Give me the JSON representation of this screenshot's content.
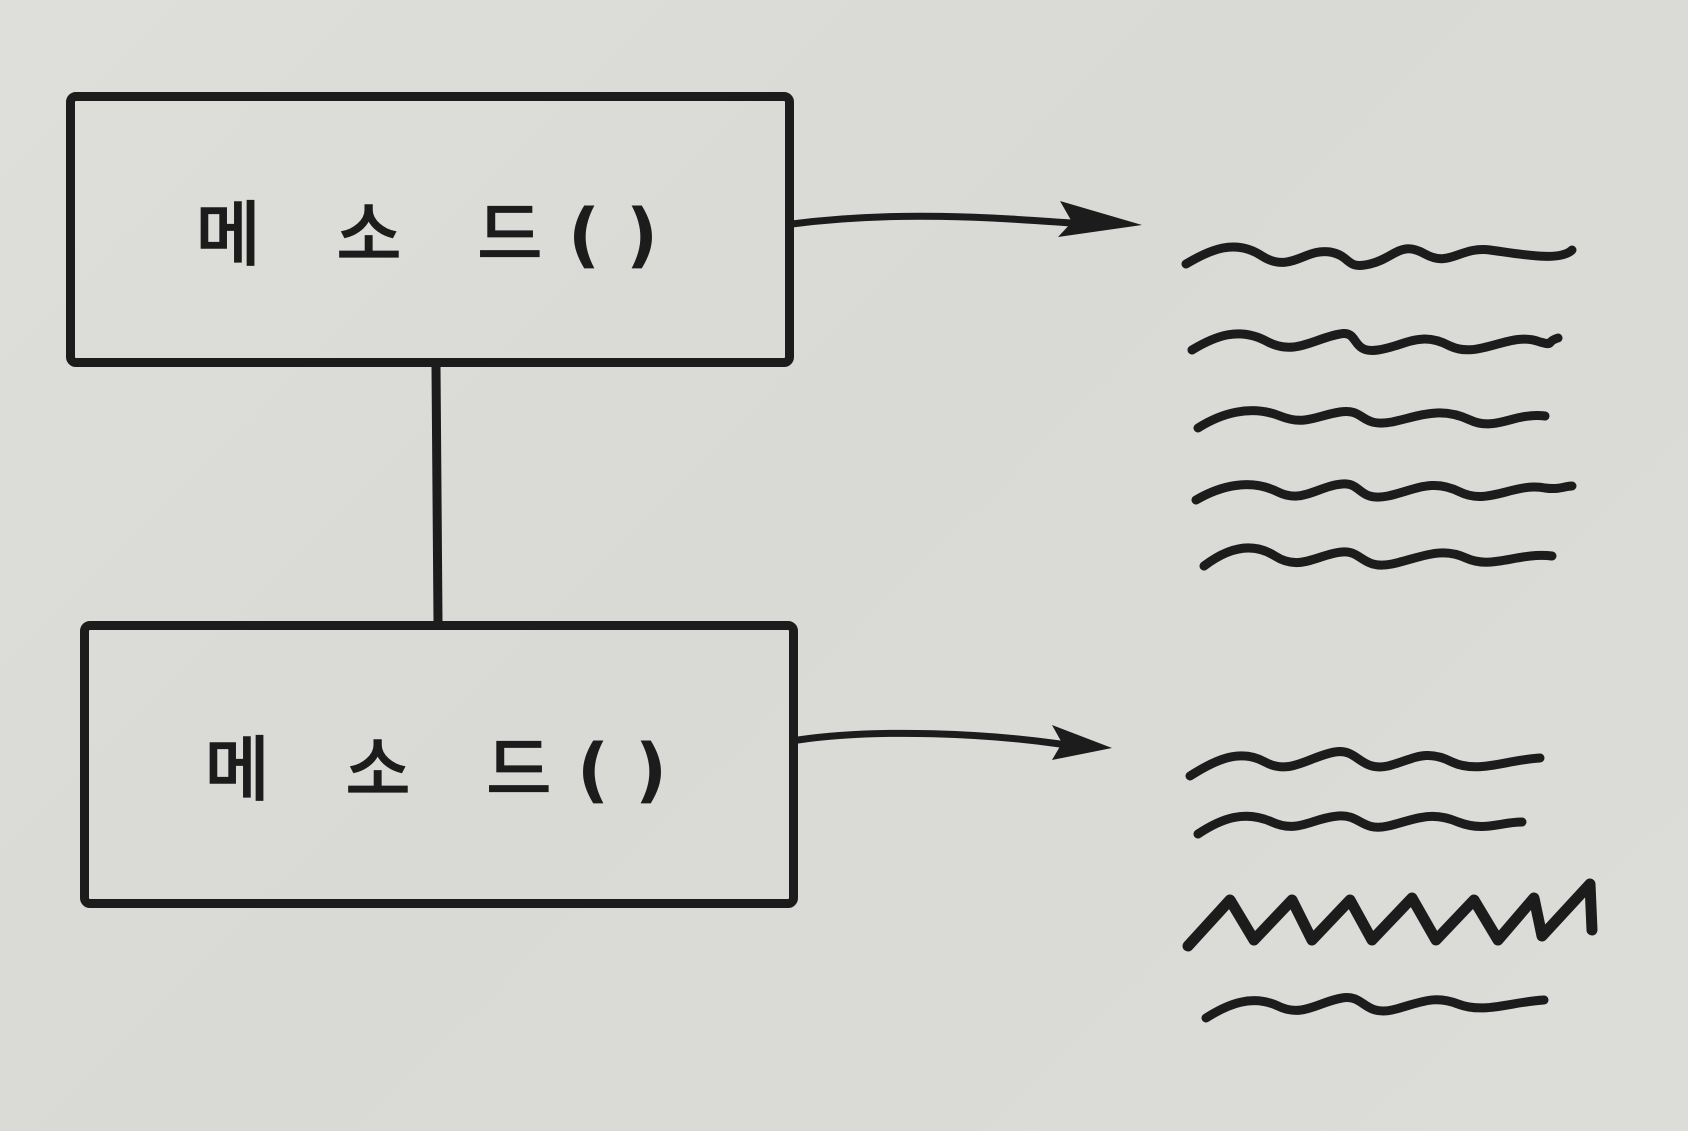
{
  "diagram": {
    "top_box": {
      "label": "메 소 드()"
    },
    "bottom_box": {
      "label": "메 소 드()"
    },
    "top_text_block": {
      "line_count": 5,
      "line_style": "wavy-scribble"
    },
    "bottom_text_block": {
      "line_count": 4,
      "line_style": "wavy-scribble-with-zigzag"
    },
    "colors": {
      "ink": "#1c1c1c",
      "paper": "#dcdcd8"
    }
  }
}
